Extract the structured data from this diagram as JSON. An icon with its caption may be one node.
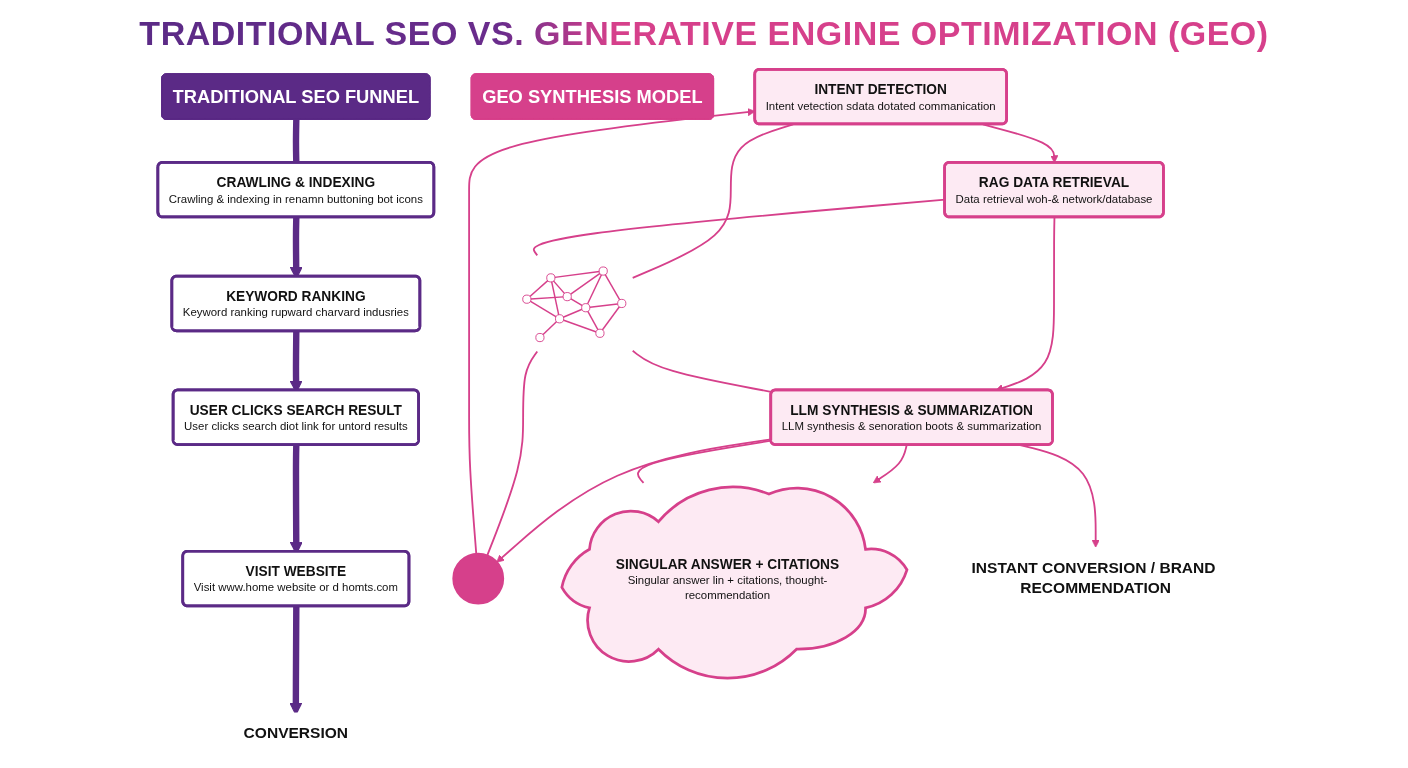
{
  "diagram": {
    "title": "TRADITIONAL SEO VS. GENERATIVE ENGINE OPTIMIZATION (GEO)",
    "nodes": [
      {
        "text": [
          "TRADITIONAL SEO FUNNEL"
        ]
      },
      {
        "text": [
          "CRAWLING & INDEXING",
          "Crawling & indexing in renamn buttoning bot icons"
        ]
      },
      {
        "text": [
          "KEYWORD RANKING",
          "Keyword ranking rupward charvard indusries"
        ]
      },
      {
        "text": [
          "USER CLICKS SEARCH RESULT",
          "User clicks search diot link for untord results"
        ]
      },
      {
        "text": [
          "VISIT WEBSITE",
          "Visit www.home website or d homts.com"
        ]
      },
      {
        "text": [
          "CONVERSION"
        ]
      },
      {
        "text": [
          "GEO SYNTHESIS MODEL"
        ]
      },
      {
        "text": [
          "INTENT DETECTION",
          "Intent vetection sdata dotated commanication"
        ]
      },
      {
        "text": [],
        "shape": "circle"
      },
      {
        "text": [],
        "shape": "picture"
      },
      {
        "text": [
          "RAG DATA RETRIEVAL",
          "Data retrieval woh-& network/database"
        ]
      },
      {
        "text": [
          "LLM SYNTHESIS & SUMMARIZATION",
          "LLM synthesis & senoration boots & summarization"
        ]
      },
      {
        "text": [
          "SINGULAR ANSWER + CITATIONS",
          "Singular answer lin + citations, thought-recommendation"
        ]
      },
      {
        "text": [
          "INSTANT CONVERSION / BRAND RECOMMENDATION"
        ]
      }
    ],
    "edges": [
      {
        "from": 0,
        "to": 1,
        "arrow": "none",
        "style": "thick",
        "color": "#5b2a86"
      },
      {
        "from": 1,
        "to": 2,
        "arrow": "to",
        "style": "thick",
        "color": "#5b2a86"
      },
      {
        "from": 2,
        "to": 3,
        "arrow": "to",
        "style": "thick",
        "color": "#5b2a86"
      },
      {
        "from": 3,
        "to": 4,
        "arrow": "to",
        "style": "thick",
        "color": "#5b2a86"
      },
      {
        "from": 4,
        "to": 5,
        "arrow": "to",
        "style": "thick",
        "color": "#5b2a86"
      },
      {
        "from": 8,
        "to": 7,
        "arrow": "to"
      },
      {
        "from": 7,
        "to": 10,
        "arrow": "to"
      },
      {
        "from": 10,
        "to": 11,
        "arrow": "to"
      },
      {
        "from": 11,
        "to": 8,
        "arrow": "to"
      },
      {
        "from": 7,
        "to": 9,
        "arrow": "none"
      },
      {
        "from": 9,
        "to": 8,
        "arrow": "none"
      },
      {
        "from": 10,
        "to": 9,
        "arrow": "none"
      },
      {
        "from": 9,
        "to": 11,
        "arrow": "none"
      },
      {
        "from": 11,
        "to": 12,
        "arrow": "to"
      },
      {
        "from": 11,
        "to": 12,
        "arrow": "none"
      },
      {
        "from": 11,
        "to": 13,
        "arrow": "to"
      }
    ]
  }
}
